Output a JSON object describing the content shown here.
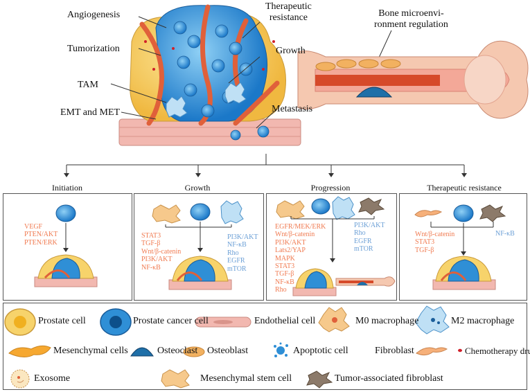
{
  "top_labels": {
    "angiogenesis": "Angiogenesis",
    "tumorization": "Tumorization",
    "tam": "TAM",
    "emt": "EMT and MET",
    "therapeutic_resistance_l1": "Therapeutic",
    "therapeutic_resistance_l2": "resistance",
    "growth": "Growth",
    "metastasis": "Metastasis",
    "bone_l1": "Bone microenvi-",
    "bone_l2": "ronment regulation"
  },
  "stages": {
    "initiation": {
      "header": "Initiation",
      "orange_items": [
        "VEGF",
        "PTEN/AKT",
        "PTEN/ERK"
      ]
    },
    "growth": {
      "header": "Growth",
      "orange_items": [
        "STAT3",
        "TGF-β",
        "Wnt/β-catenin",
        "PI3K/AKT",
        "NF-κB"
      ],
      "blue_items": [
        "PI3K/AKT",
        "NF-κB",
        "Rho",
        "EGFR",
        "mTOR"
      ]
    },
    "progression": {
      "header": "Progression",
      "orange_items": [
        "EGFR/MEK/ERK",
        "Wnt/β-catenin",
        "PI3K/AKT",
        "Lats2/YAP",
        "MAPK",
        "STAT3",
        "TGF-β",
        "NF-κB",
        "Rho"
      ],
      "blue_items": [
        "PI3K/AKT",
        "Rho",
        "EGFR",
        "mTOR"
      ]
    },
    "resistance": {
      "header": "Therapeutic resistance",
      "orange_items": [
        "Wnt/β-catenin",
        "STAT3",
        "TGF-β"
      ],
      "blue_items": [
        "NF-κB"
      ]
    }
  },
  "legend": {
    "prostate_cell": "Prostate cell",
    "prostate_cancer_cell": "Prostate cancer cell",
    "endothelial_cell": "Endothelial cell",
    "m0_macrophage": "M0 macrophage",
    "m2_macrophage": "M2 macrophage",
    "mesenchymal_cells": "Mesenchymal cells",
    "osteoclast": "Osteoclast",
    "osteoblast": "Osteoblast",
    "apoptotic_cell": "Apoptotic cell",
    "fibroblast": "Fibroblast",
    "chemotherapy_drug": "Chemotherapy drug",
    "exosome": "Exosome",
    "mesenchymal_stem_cell": "Mesenchymal stem cell",
    "tumor_associated_fibroblast": "Tumor-associated fibroblast"
  },
  "colors": {
    "orange_text": "#f07a50",
    "blue_text": "#6b9fd6",
    "prostate_cell_fill": "#f7d36b",
    "cancer_cell_fill": "#2f8fd6",
    "vessel": "#e0603a",
    "endothelial": "#f2b8b0",
    "bone": "#f5c8b0"
  }
}
